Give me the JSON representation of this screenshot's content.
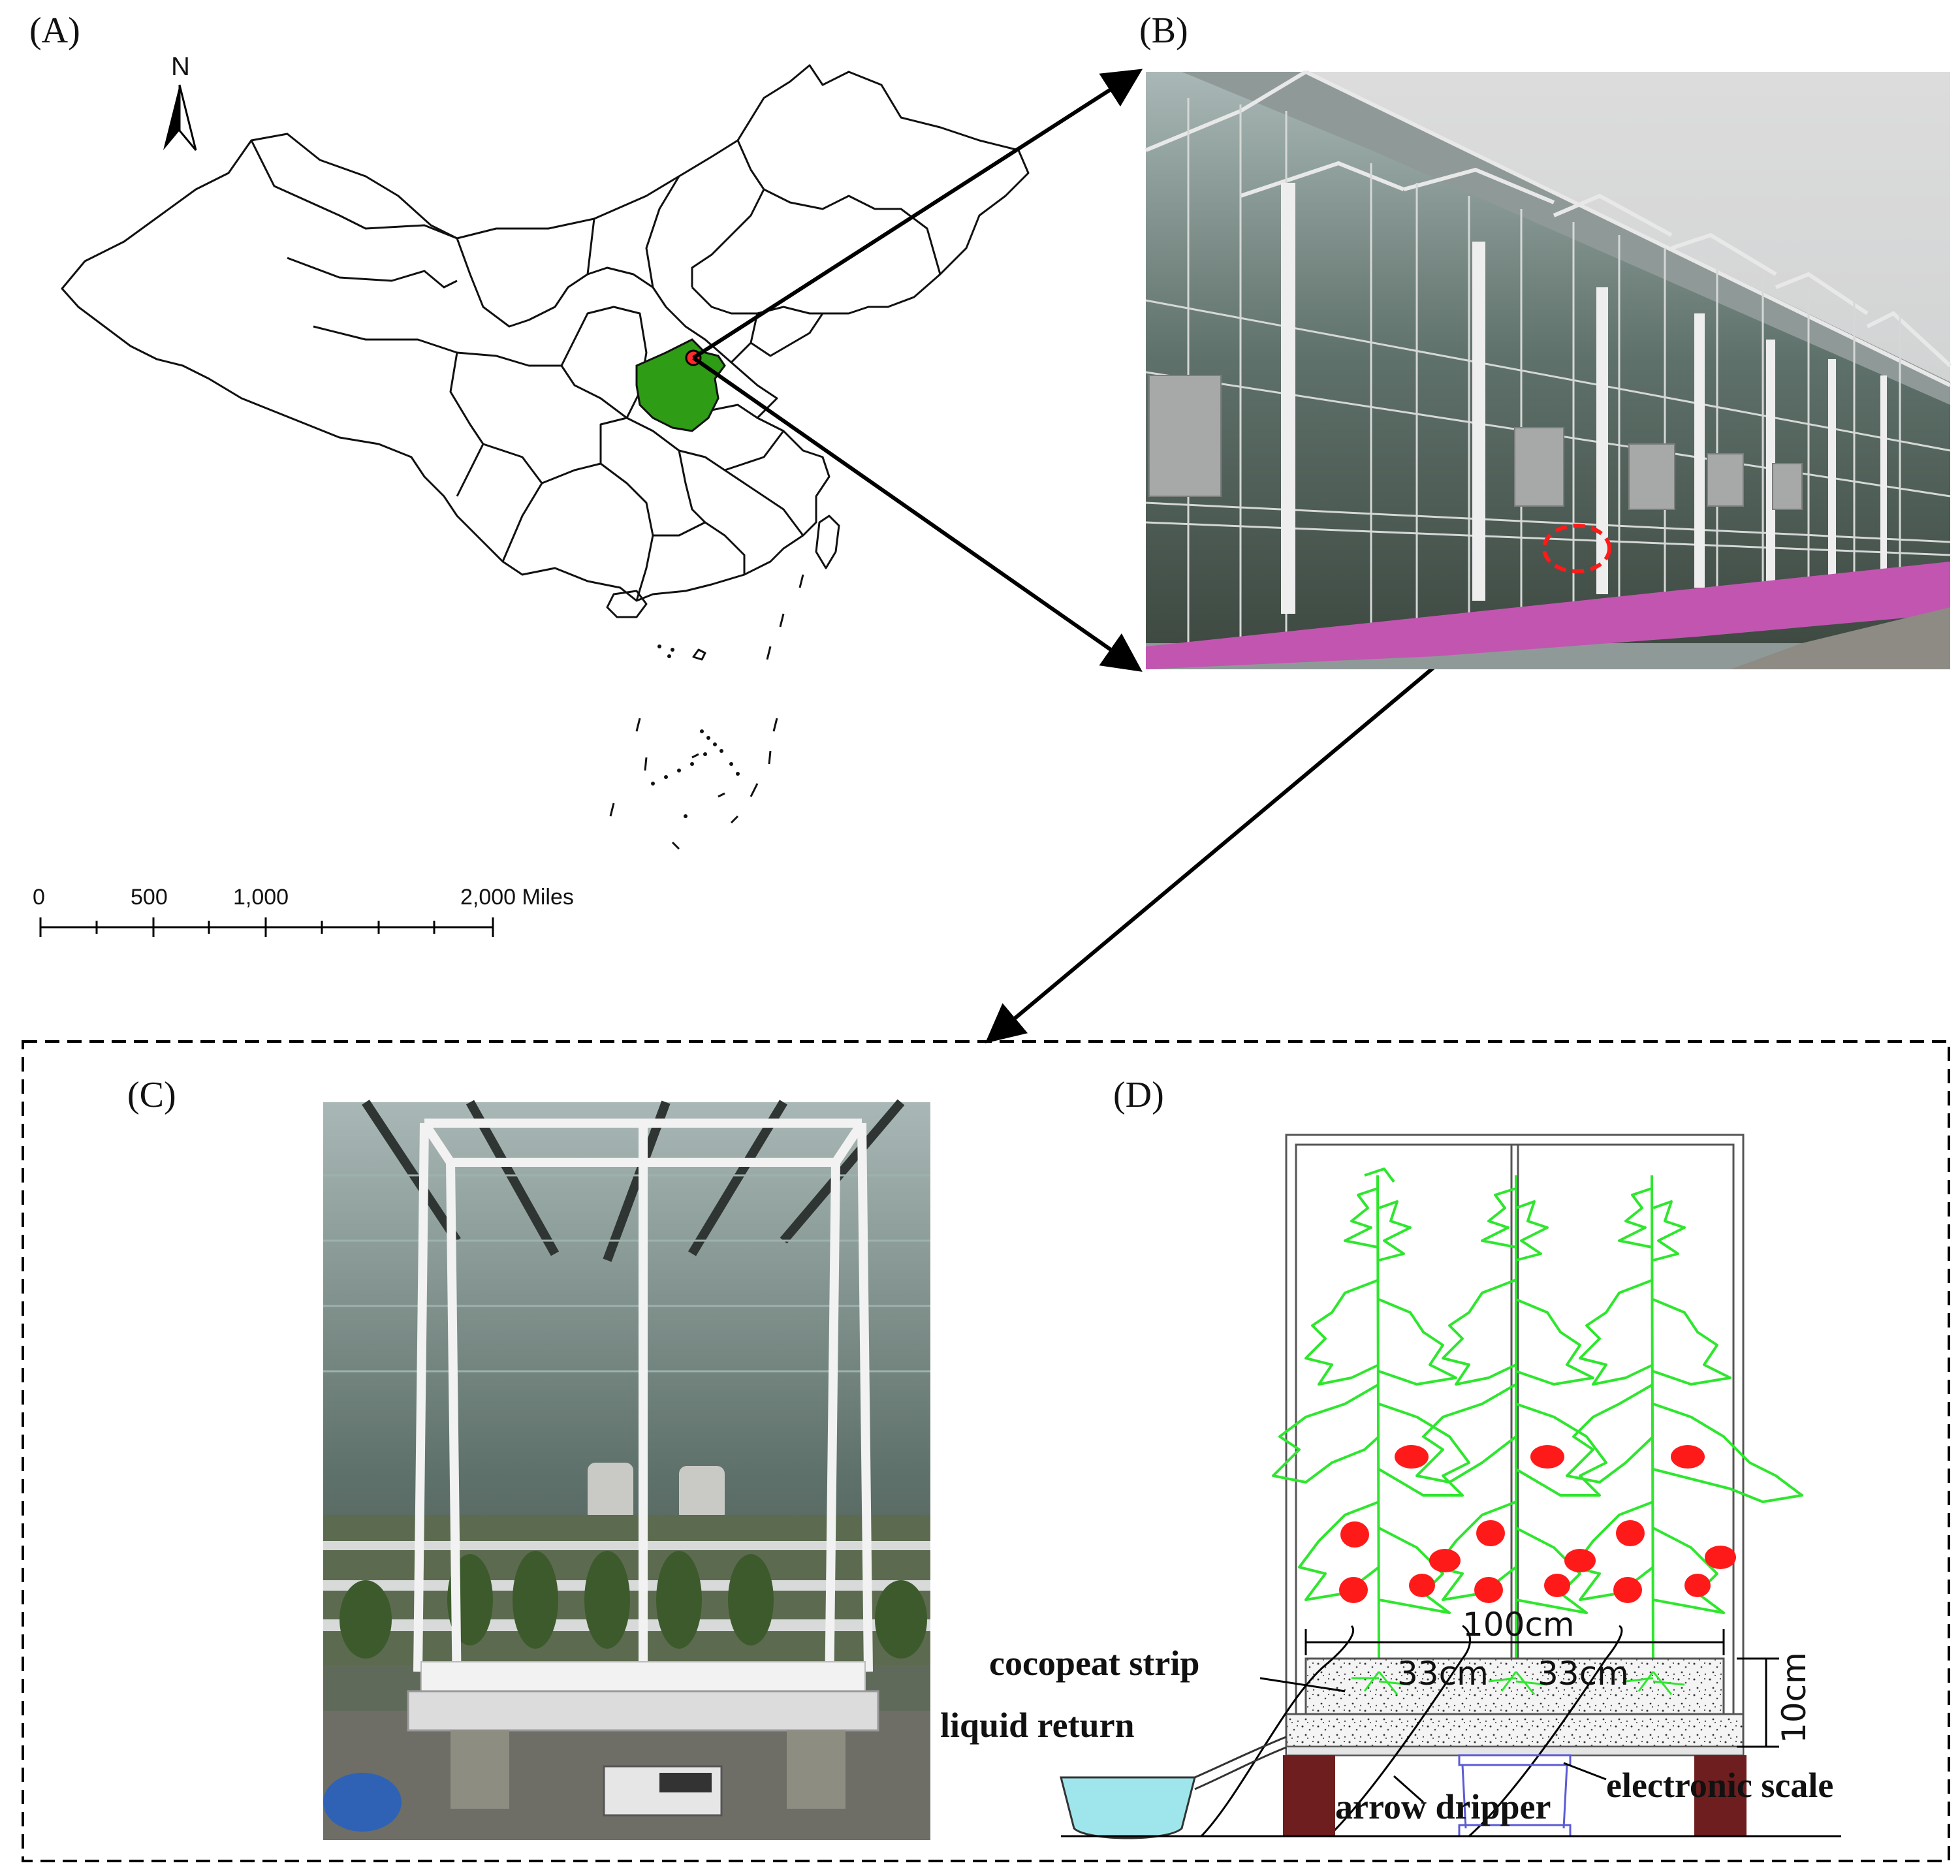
{
  "panels": {
    "a": "(A)",
    "b": "(B)",
    "c": "(C)",
    "d": "(D)"
  },
  "map": {
    "north_label": "N",
    "highlight_color": "#2e9c14",
    "scale_bar": {
      "tick_labels": [
        "0",
        "500",
        "1,000",
        "2,000 Miles"
      ]
    }
  },
  "diagram": {
    "labels": {
      "cocopeat_strip": "cocopeat strip",
      "liquid_return": "liquid return",
      "arrow_dripper": "arrow dripper",
      "electronic_scale": "electronic scale"
    },
    "dimensions": {
      "width_total": "100cm",
      "spacing_left": "33cm",
      "spacing_right": "33cm",
      "height": "10cm"
    },
    "colors": {
      "plant": "#2ee62e",
      "tomato": "#ff1a1a",
      "post": "#6e1e1e",
      "basin": "#9fe6ec"
    }
  }
}
